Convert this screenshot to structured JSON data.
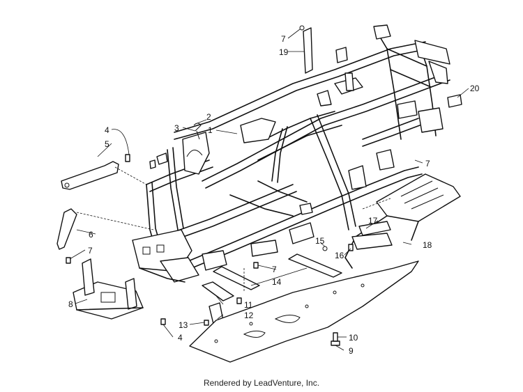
{
  "caption": "Rendered by LeadVenture, Inc.",
  "callouts": {
    "c1": "1",
    "c2": "2",
    "c3": "3",
    "c4a": "4",
    "c4b": "4",
    "c5": "5",
    "c6": "6",
    "c7a": "7",
    "c7b": "7",
    "c7c": "7",
    "c7d": "7",
    "c8": "8",
    "c9": "9",
    "c10": "10",
    "c11": "11",
    "c12": "12",
    "c13": "13",
    "c14": "14",
    "c15": "15",
    "c16": "16",
    "c17": "17",
    "c18": "18",
    "c19": "19",
    "c20": "20"
  }
}
